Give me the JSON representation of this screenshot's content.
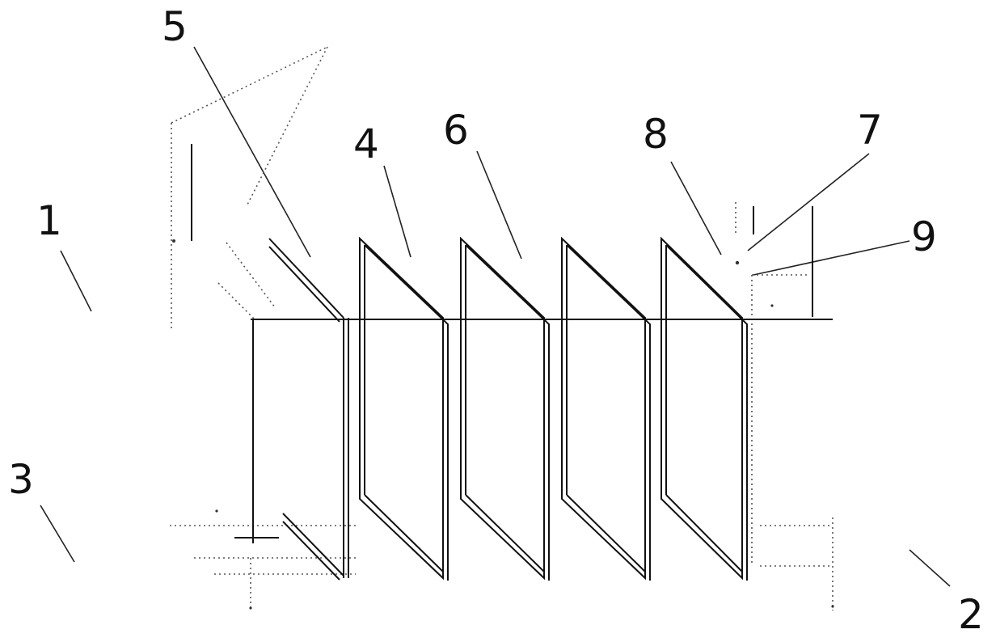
{
  "figure": {
    "labels": {
      "l1": "1",
      "l2": "2",
      "l3": "3",
      "l4": "4",
      "l5": "5",
      "l6": "6",
      "l7": "7",
      "l8": "8",
      "l9": "9"
    },
    "colors": {
      "line": "#111111",
      "dotted": "#555555",
      "background": "#ffffff"
    }
  }
}
